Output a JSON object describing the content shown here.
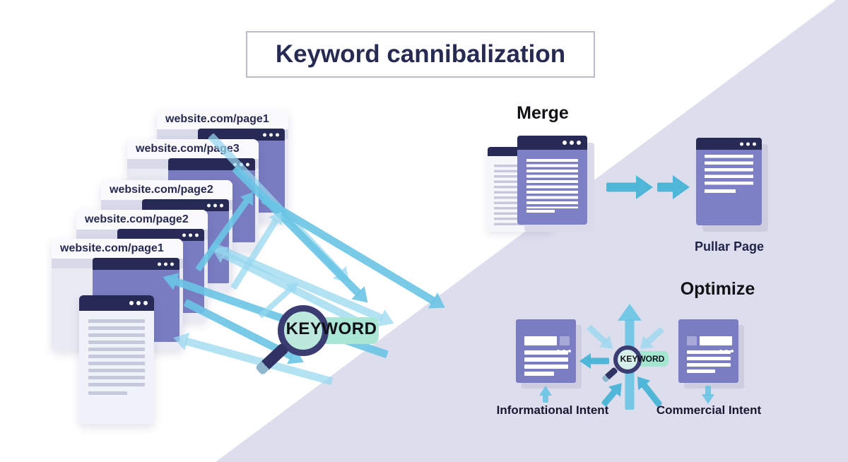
{
  "title": "Keyword cannibalization",
  "stack": {
    "cards": [
      {
        "url": "website.com/page1"
      },
      {
        "url": "website.com/page3"
      },
      {
        "url": "website.com/page2"
      },
      {
        "url": "website.com/page2"
      },
      {
        "url": "website.com/page1"
      }
    ]
  },
  "keyword_magnifier": {
    "label": "KEYWORD"
  },
  "merge": {
    "heading": "Merge",
    "result_label": "Pullar Page"
  },
  "optimize": {
    "heading": "Optimize",
    "keyword_label": "KEYWORD",
    "left_label": "Informational Intent",
    "right_label": "Commercial Intent"
  },
  "colors": {
    "navy_header": "#272a55",
    "purple_page": "#7a7cc2",
    "mint_keyword": "#a9e6d3",
    "cyan_arrow": "#4fb6d8",
    "lavender_background": "#dcdeed"
  }
}
